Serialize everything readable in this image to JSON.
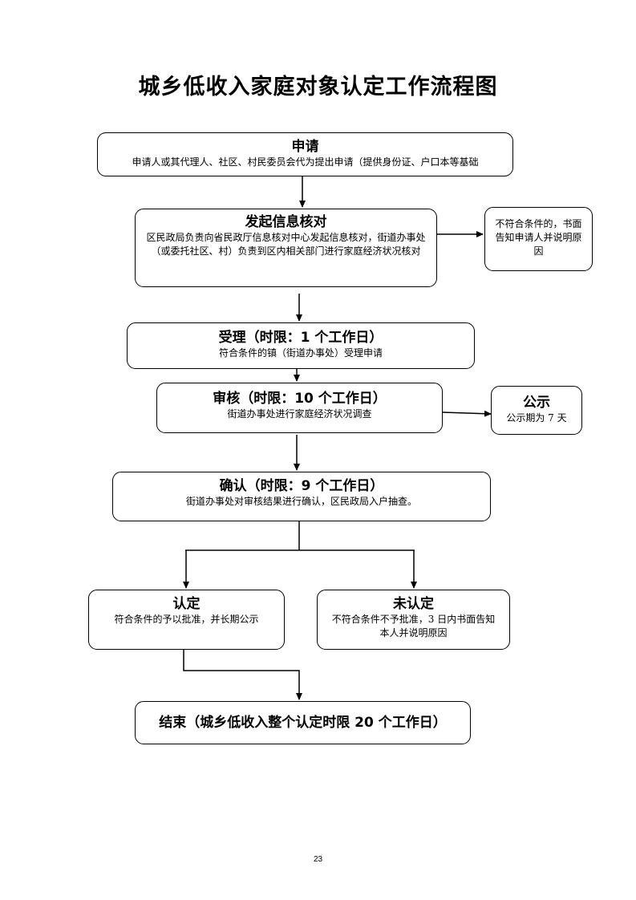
{
  "title": "城乡低收入家庭对象认定工作流程图",
  "steps": {
    "apply": {
      "heading": "申请",
      "desc": "申请人或其代理人、社区、村民委员会代为提出申请（提供身份证、户口本等基础"
    },
    "verify": {
      "heading": "发起信息核对",
      "desc": "区民政局负责向省民政厅信息核对中心发起信息核对，街道办事处（或委托社区、村）负责到区内相关部门进行家庭经济状况核对"
    },
    "notify_unqualified": {
      "desc": "不符合条件的，书面告知申请人并说明原因"
    },
    "accept": {
      "heading": "受理（时限：1 个工作日）",
      "desc": "符合条件的镇（街道办事处）受理申请"
    },
    "review": {
      "heading": "审核（时限：10 个工作日）",
      "desc": "街道办事处进行家庭经济状况调查"
    },
    "publicity": {
      "heading": "公示",
      "desc": "公示期为 7 天"
    },
    "confirm": {
      "heading": "确认（时限：9 个工作日）",
      "desc": "街道办事处对审核结果进行确认，区民政局入户抽查。"
    },
    "approved": {
      "heading": "认定",
      "desc": "符合条件的予以批准，并长期公示"
    },
    "rejected": {
      "heading": "未认定",
      "desc": "不符合条件不予批准，3 日内书面告知本人并说明原因"
    },
    "end": {
      "heading": "结束（城乡低收入整个认定时限 20 个工作日）"
    }
  },
  "page_number": "23"
}
